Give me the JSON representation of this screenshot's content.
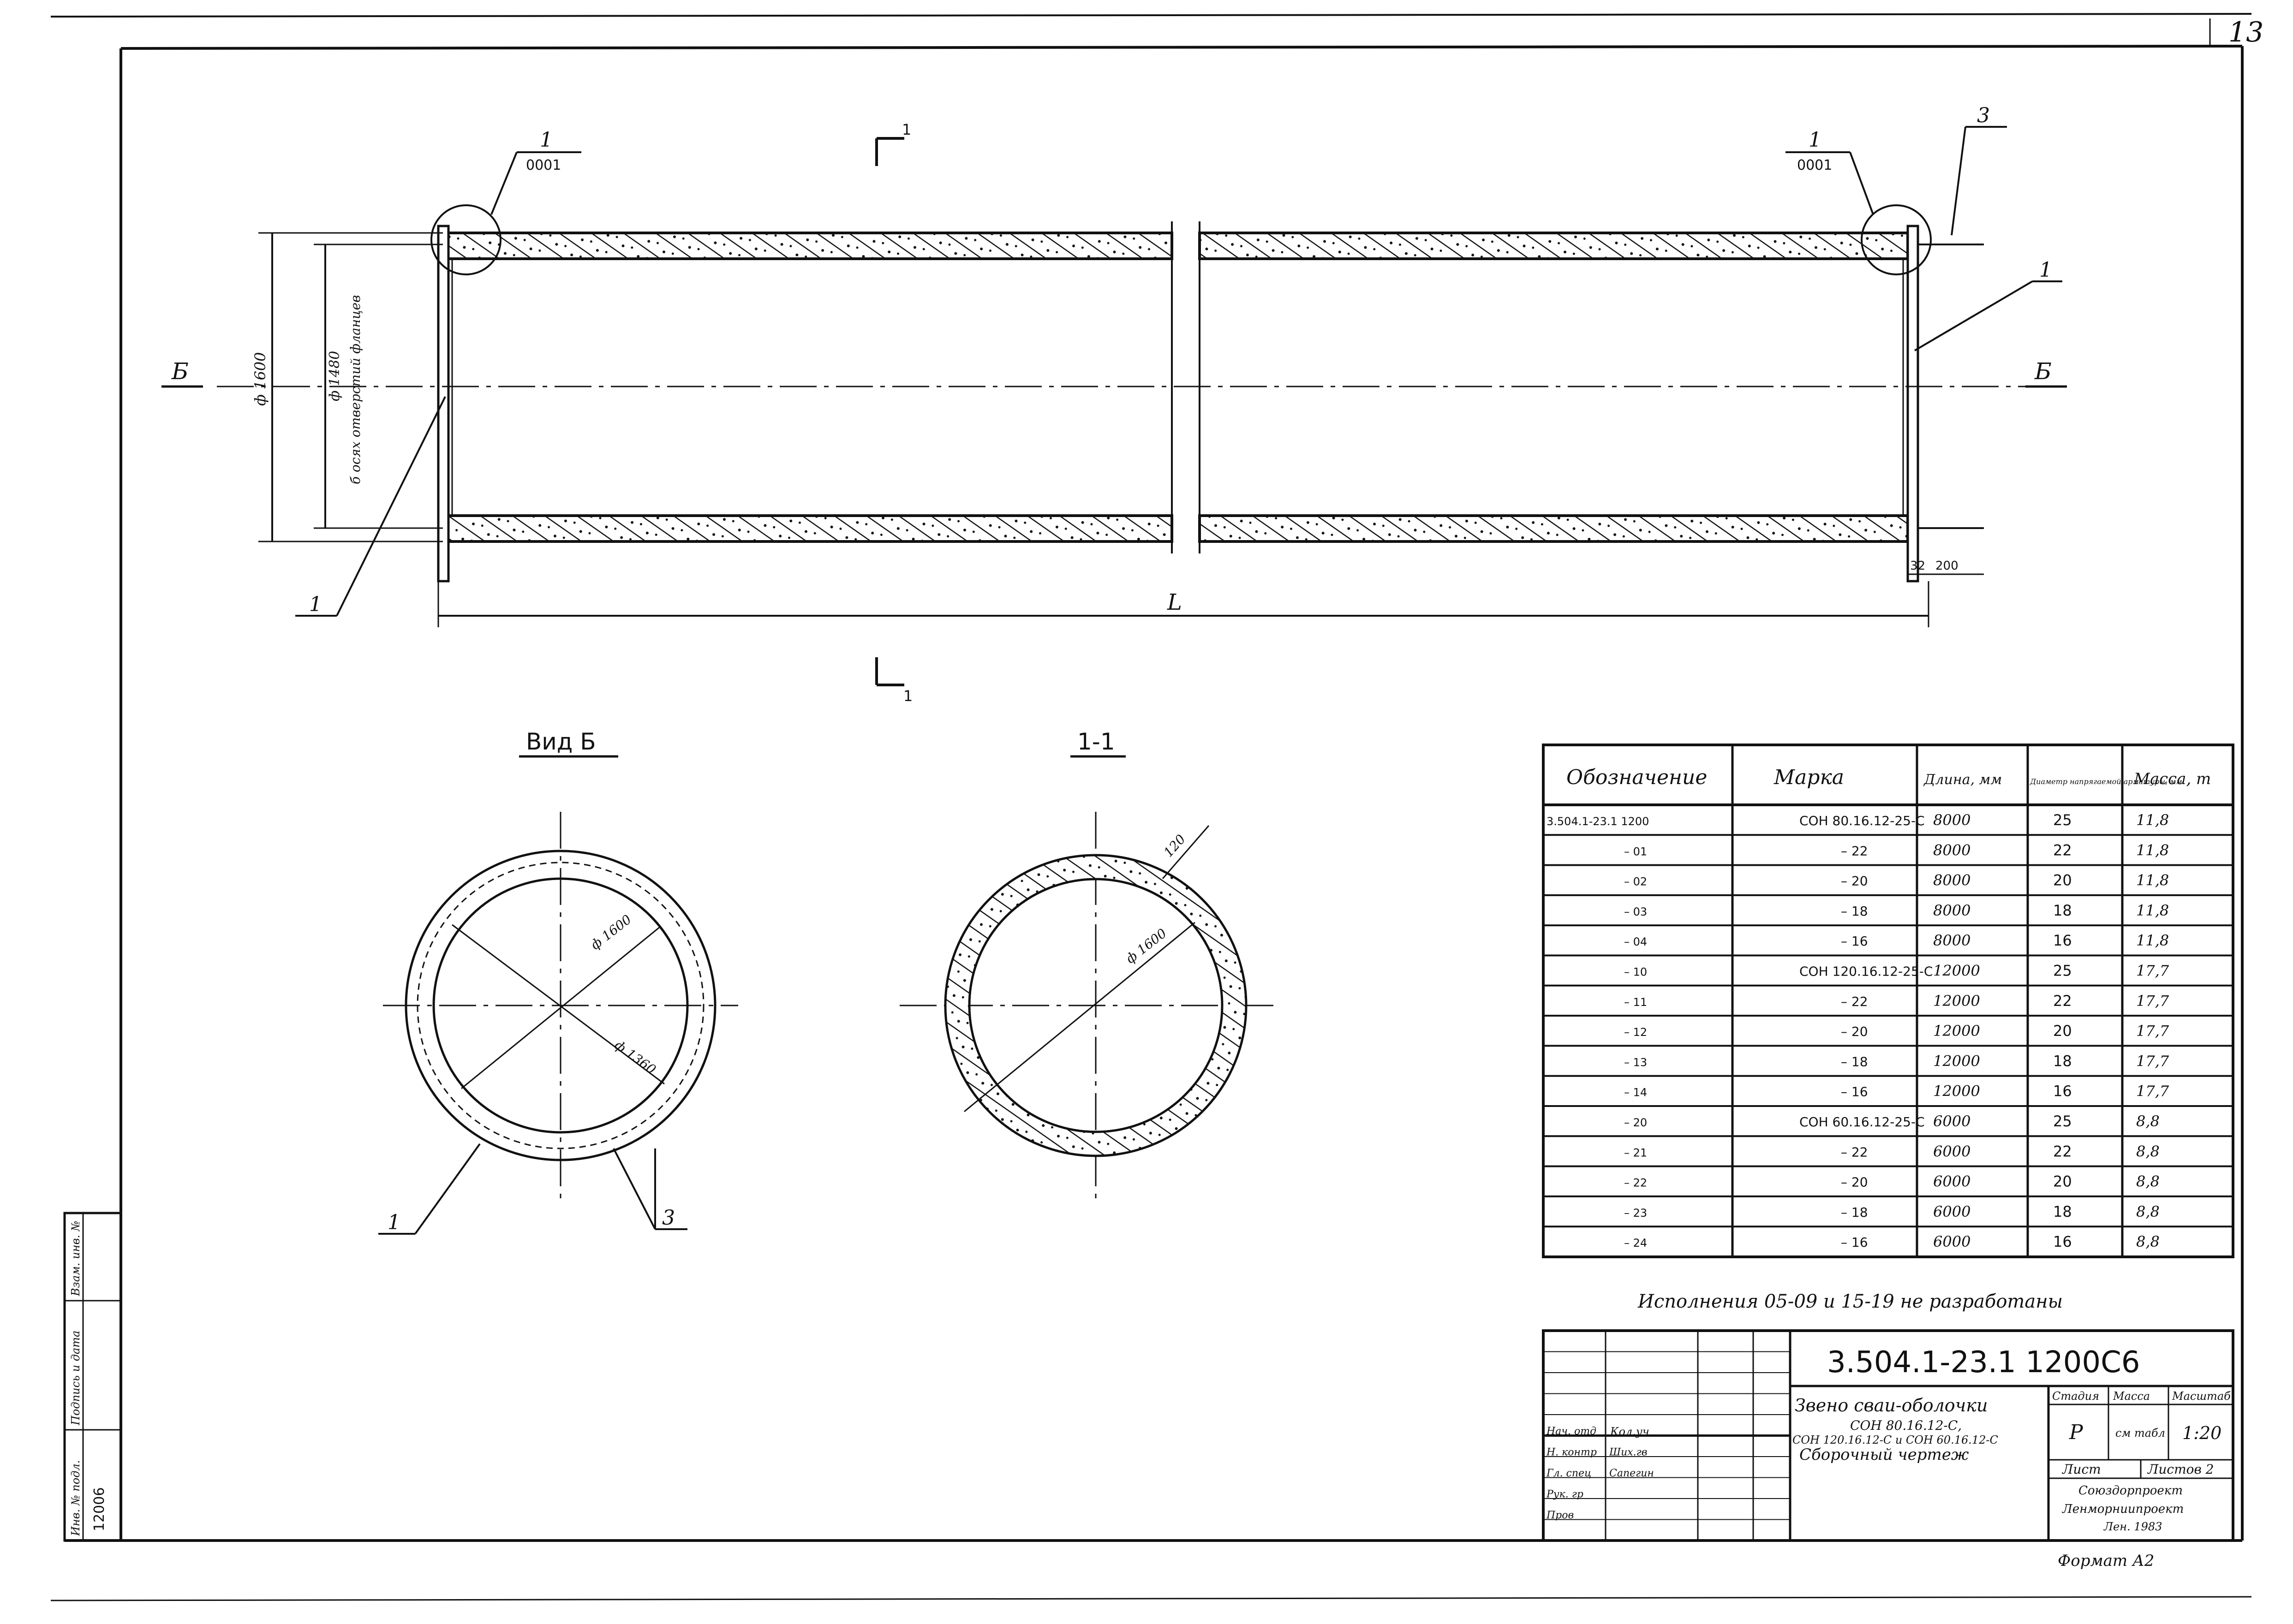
{
  "sheet_number": "13",
  "drawing": {
    "section_mark": "1",
    "callout_left": {
      "number": "1",
      "sheet": "0001"
    },
    "callout_right": {
      "number": "1",
      "sheet": "0001"
    },
    "pos_1": "1",
    "pos_3": "3",
    "view_mark": "Б",
    "dim_outer": "ф 1600",
    "dim_bolt_circle": "ф 1480",
    "dim_bolt_note": "б осях отверстий фланцев",
    "dim_length": "L",
    "dim_flange": "32",
    "dim_offset": "200"
  },
  "view_b": {
    "title": "Вид Б",
    "dim_outer": "ф 1600",
    "dim_inner": "ф 1360",
    "pos_1": "1",
    "pos_3": "3"
  },
  "section_1_1": {
    "title": "1-1",
    "dim_outer": "ф 1600",
    "dim_wall": "120"
  },
  "spec_table": {
    "headers": [
      "Обозначение",
      "Марка",
      "Длина, мм",
      "Диаметр напрягаемой арматуры, мм",
      "Масса, т"
    ],
    "rows": [
      [
        "3.504.1-23.1 1200",
        "СОН 80.16.12-25-С",
        "8000",
        "25",
        "11,8"
      ],
      [
        "– 01",
        "– 22",
        "8000",
        "22",
        "11,8"
      ],
      [
        "– 02",
        "– 20",
        "8000",
        "20",
        "11,8"
      ],
      [
        "– 03",
        "– 18",
        "8000",
        "18",
        "11,8"
      ],
      [
        "– 04",
        "– 16",
        "8000",
        "16",
        "11,8"
      ],
      [
        "– 10",
        "СОН 120.16.12-25-С",
        "12000",
        "25",
        "17,7"
      ],
      [
        "– 11",
        "– 22",
        "12000",
        "22",
        "17,7"
      ],
      [
        "– 12",
        "– 20",
        "12000",
        "20",
        "17,7"
      ],
      [
        "– 13",
        "– 18",
        "12000",
        "18",
        "17,7"
      ],
      [
        "– 14",
        "– 16",
        "12000",
        "16",
        "17,7"
      ],
      [
        "– 20",
        "СОН 60.16.12-25-С",
        "6000",
        "25",
        "8,8"
      ],
      [
        "– 21",
        "– 22",
        "6000",
        "22",
        "8,8"
      ],
      [
        "– 22",
        "– 20",
        "6000",
        "20",
        "8,8"
      ],
      [
        "– 23",
        "– 18",
        "6000",
        "18",
        "8,8"
      ],
      [
        "– 24",
        "– 16",
        "6000",
        "16",
        "8,8"
      ]
    ],
    "note": "Исполнения 05-09 и 15-19 не разработаны"
  },
  "title_block": {
    "code": "3.504.1-23.1 1200С6",
    "name_line1": "Звено сваи-оболочки",
    "name_line2": "СОН 80.16.12-С,",
    "name_line3": "СОН 120.16.12-С и СОН 60.16.12-С",
    "name_line4": "Сборочный чертеж",
    "col_stage": "Стадия",
    "col_mass": "Масса",
    "col_scale": "Масштаб",
    "stage": "Р",
    "mass": "см табл",
    "scale": "1:20",
    "sheet": "Лист",
    "sheets": "Листов 2",
    "org_line1": "Союздорпроект",
    "org_line2": "Ленморниипроект",
    "org_line3": "Лен. 1983",
    "roles": [
      "Нач. отд",
      "Н. контр",
      "Гл. спец",
      "Рук. гр",
      "Пров"
    ],
    "names": [
      "Ших.гв",
      "Сапегин",
      "",
      "",
      ""
    ],
    "header_cols": [
      "",
      "Кол.уч",
      "",
      "",
      ""
    ],
    "format": "Формат А2"
  },
  "side_stamp": {
    "col1": "Инв. № подл.",
    "col2": "Подпись и дата",
    "col3": "Взам. инв. №",
    "inv": "12006"
  }
}
